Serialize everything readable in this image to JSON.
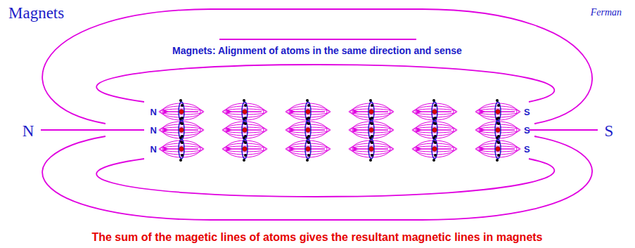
{
  "diagram": {
    "title": "Magnets",
    "caption": "The sum of the magetic lines of atoms gives the resultant magnetic lines in magnets",
    "labels": [
      "Ferman",
      "Magnets: Alignment of atoms in the same direction and sense",
      "N",
      "S",
      "N",
      "N",
      "S",
      "S",
      "N",
      "S"
    ]
  }
}
